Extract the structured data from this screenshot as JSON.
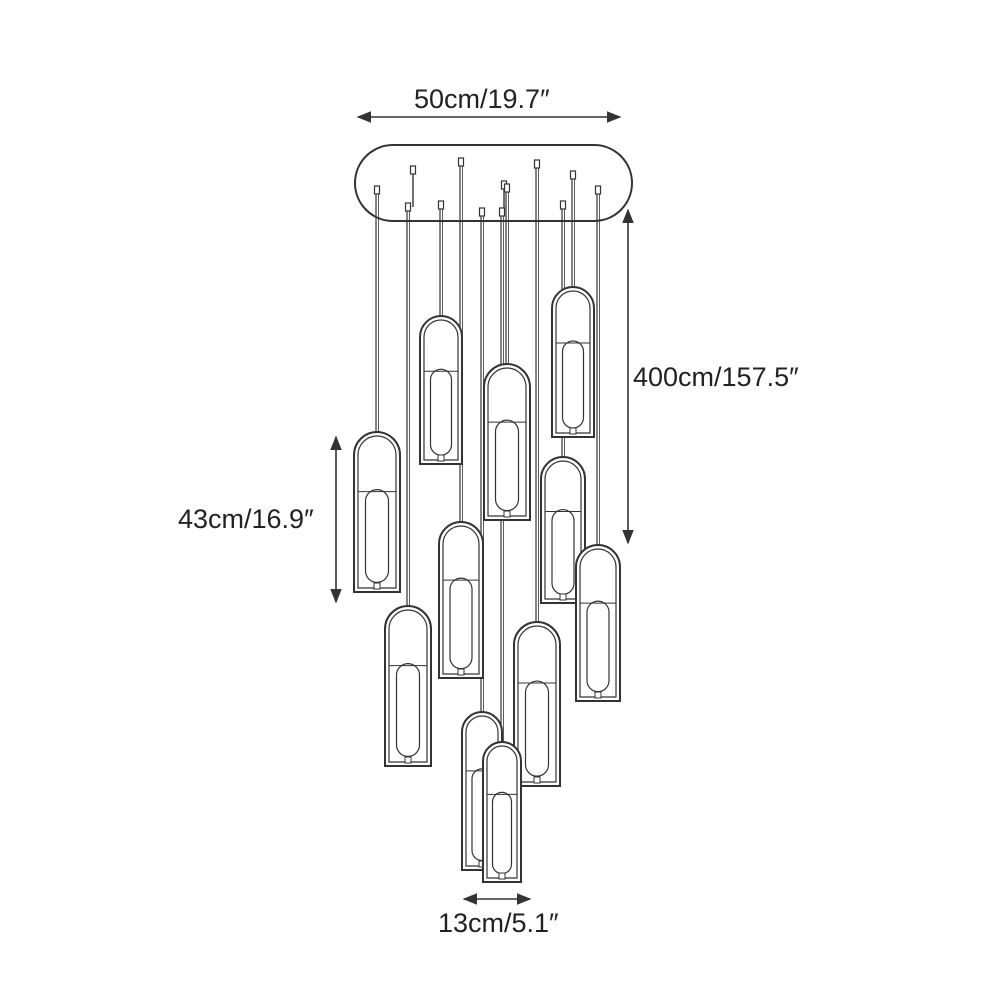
{
  "dimensions": {
    "canopy_width": "50cm/19.7″",
    "total_height": "400cm/157.5″",
    "pendant_height": "43cm/16.9″",
    "pendant_width": "13cm/5.1″"
  },
  "colors": {
    "line": "#333333",
    "background": "#ffffff"
  }
}
